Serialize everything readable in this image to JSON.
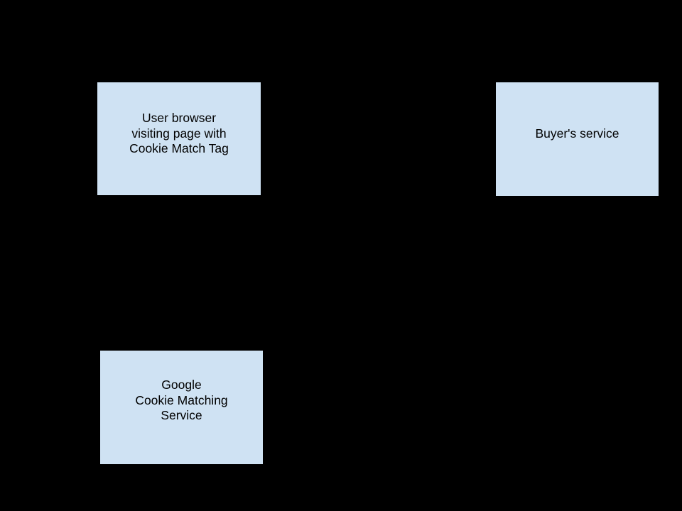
{
  "page": {
    "background_color": "#000000"
  },
  "diagram": {
    "type": "flow-diagram",
    "node_fill_color": "#cfe2f3",
    "node_border_color": "#000000",
    "node_text_color": "#000000",
    "nodes": [
      {
        "id": "user-browser",
        "lines": [
          "User browser",
          "visiting page with",
          "Cookie Match Tag"
        ]
      },
      {
        "id": "buyers-service",
        "lines": [
          "Buyer's service"
        ]
      },
      {
        "id": "google-cookie-matching-service",
        "lines": [
          "Google",
          "Cookie Matching",
          "Service"
        ]
      }
    ]
  }
}
